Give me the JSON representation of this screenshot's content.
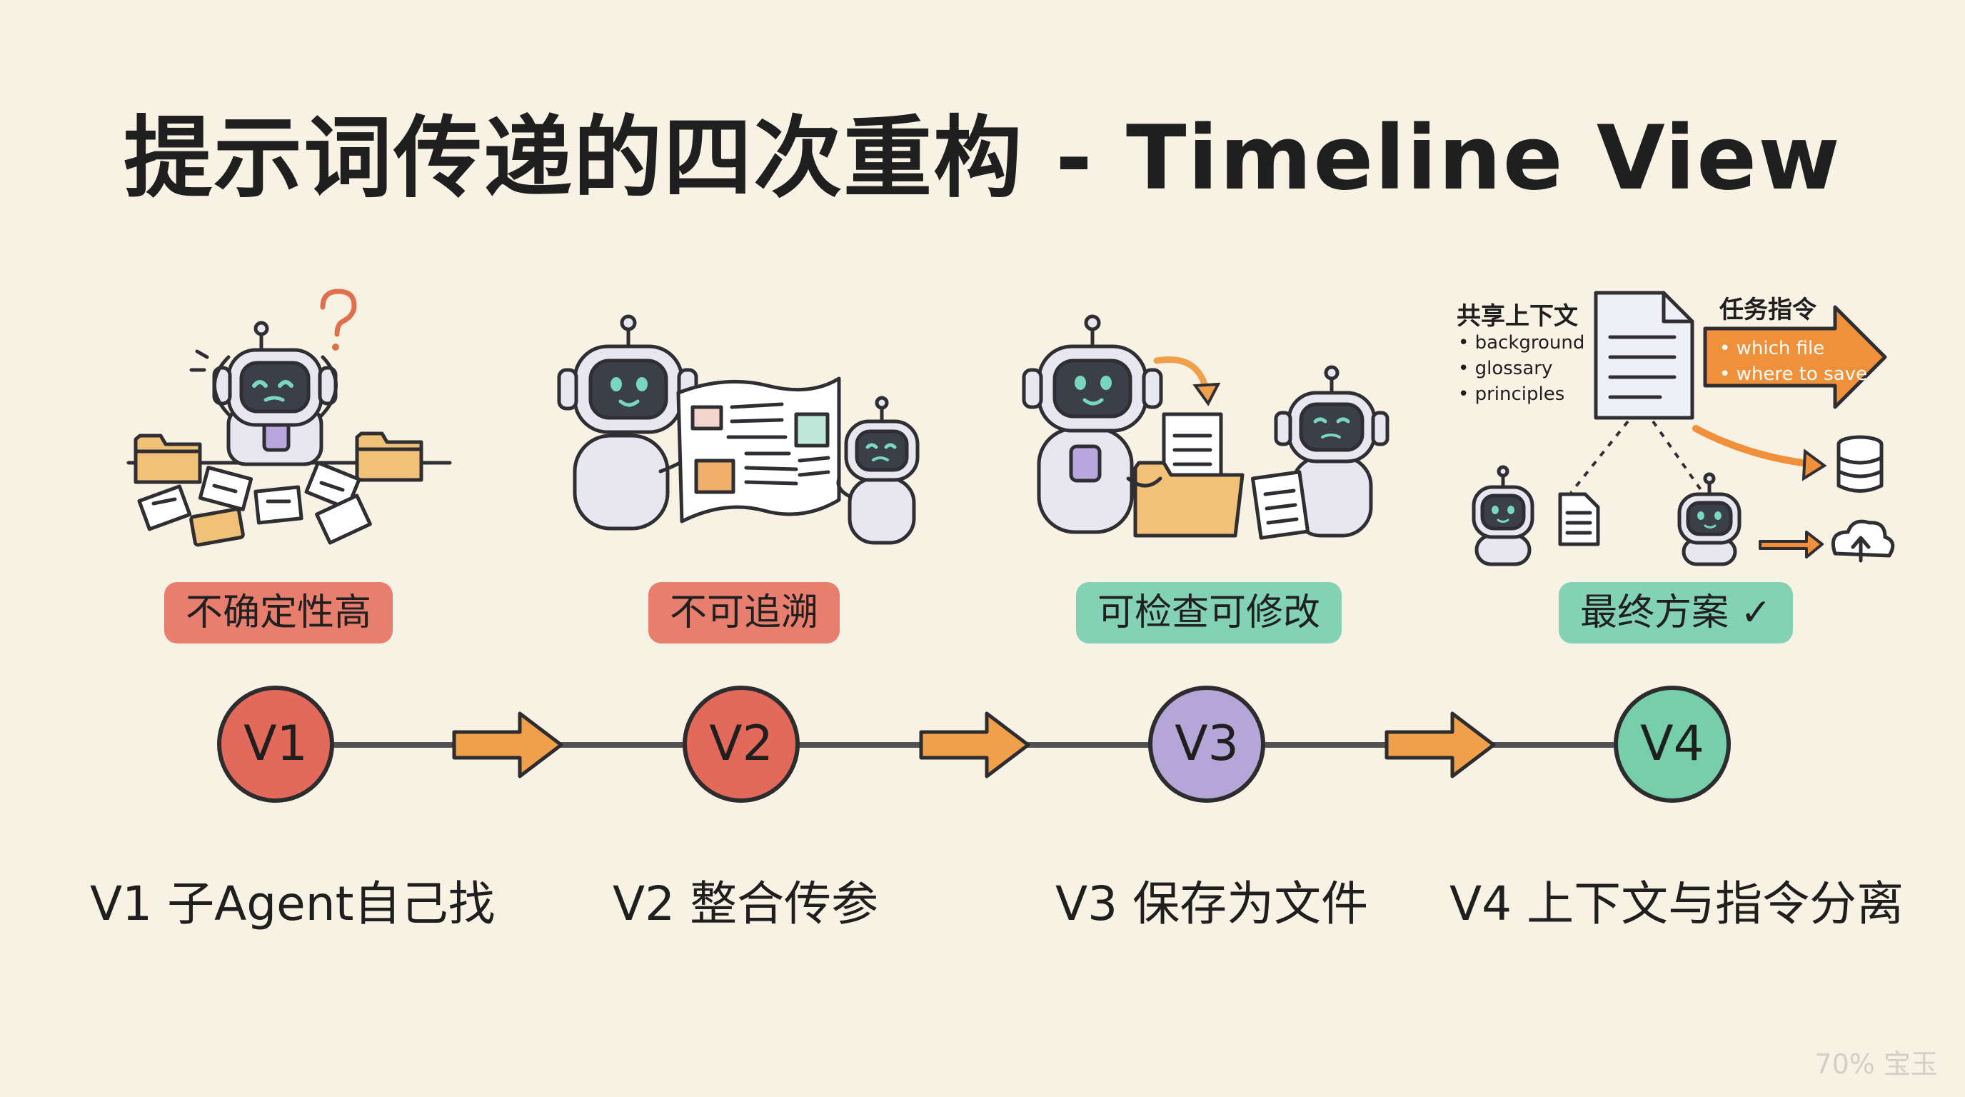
{
  "title": "提示词传递的四次重构 - Timeline View",
  "stages": [
    {
      "version": "V1",
      "tag": "不确定性高",
      "label": "V1 子Agent自己找",
      "color": "#e3695b"
    },
    {
      "version": "V2",
      "tag": "不可追溯",
      "label": "V2 整合传参",
      "color": "#e3695b"
    },
    {
      "version": "V3",
      "tag": "可检查可修改",
      "label": "V3 保存为文件",
      "color": "#b5a6d8"
    },
    {
      "version": "V4",
      "tag": "最终方案 ✓",
      "label": "V4 上下文与指令分离",
      "color": "#76cfa9"
    }
  ],
  "v4_illustration": {
    "context_heading": "共享上下文",
    "context_items": [
      "background",
      "glossary",
      "principles"
    ],
    "instruction_heading": "任务指令",
    "instruction_items": [
      "which file",
      "where to save"
    ]
  },
  "watermark": "70% 宝玉",
  "colors": {
    "background": "#f8f2e4",
    "tag_negative": "#e87e6d",
    "tag_positive": "#83d2b5",
    "arrow": "#f0a04b",
    "line": "#505055"
  },
  "icons": [
    "robot-icon",
    "folder-icon",
    "document-icon",
    "question-mark-icon",
    "newspaper-icon",
    "database-icon",
    "cloud-upload-icon",
    "arrow-right-icon"
  ]
}
